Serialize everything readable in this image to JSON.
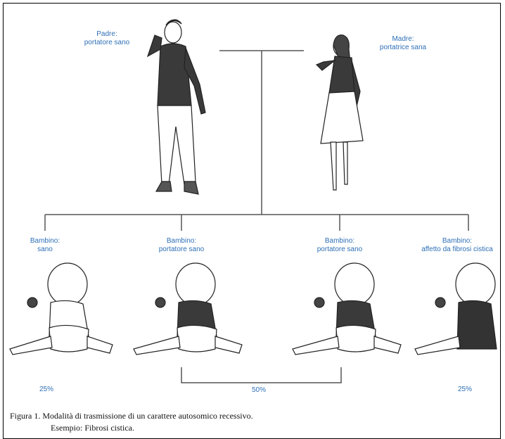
{
  "parents": {
    "father": {
      "line1": "Padre:",
      "line2": "portatore sano"
    },
    "mother": {
      "line1": "Madre:",
      "line2": "portatrice sana"
    }
  },
  "children": [
    {
      "line1": "Bambino:",
      "line2": "sano",
      "percent": "25%"
    },
    {
      "line1": "Bambino:",
      "line2": "portatore sano"
    },
    {
      "line1": "Bambino:",
      "line2": "portatore sano"
    },
    {
      "line1": "Bambino:",
      "line2": "affetto da fibrosi cistica",
      "percent": "25%"
    }
  ],
  "carriers_percent": "50%",
  "caption": {
    "line1": "Figura 1. Modalità di trasmissione di un carattere autosomico recessivo.",
    "line2": "Esempio: Fibrosi cistica."
  },
  "colors": {
    "label": "#2d6fb6",
    "line": "#555555"
  }
}
